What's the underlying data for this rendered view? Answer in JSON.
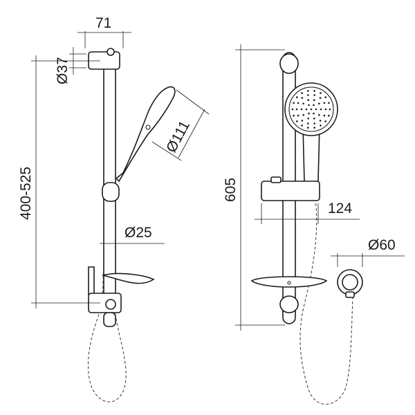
{
  "dimensions": {
    "rail_head_width": "71",
    "rail_bracket_dia": "Ø37",
    "rail_height_range": "400-525",
    "handpiece_dia": "Ø111",
    "rail_dia": "Ø25",
    "overall_height": "605",
    "handpiece_offset": "124",
    "wall_outlet_dia": "Ø60"
  }
}
